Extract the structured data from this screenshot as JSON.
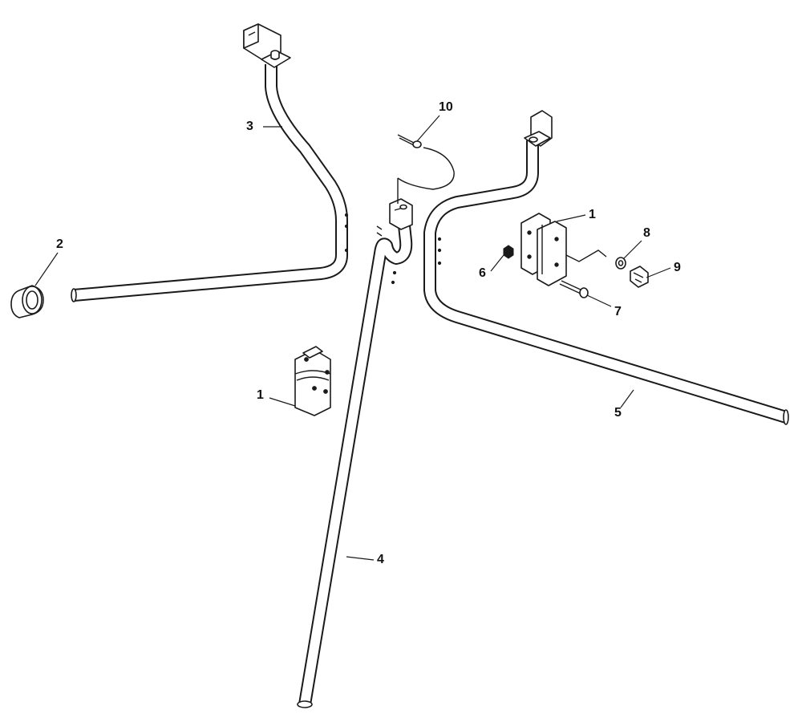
{
  "callouts": {
    "c1a": "1",
    "c1b": "1",
    "c2": "2",
    "c3": "3",
    "c4": "4",
    "c5": "5",
    "c6": "6",
    "c7": "7",
    "c8": "8",
    "c9": "9",
    "c10": "10"
  },
  "colors": {
    "line": "#1a1a1a",
    "background": "#ffffff"
  }
}
